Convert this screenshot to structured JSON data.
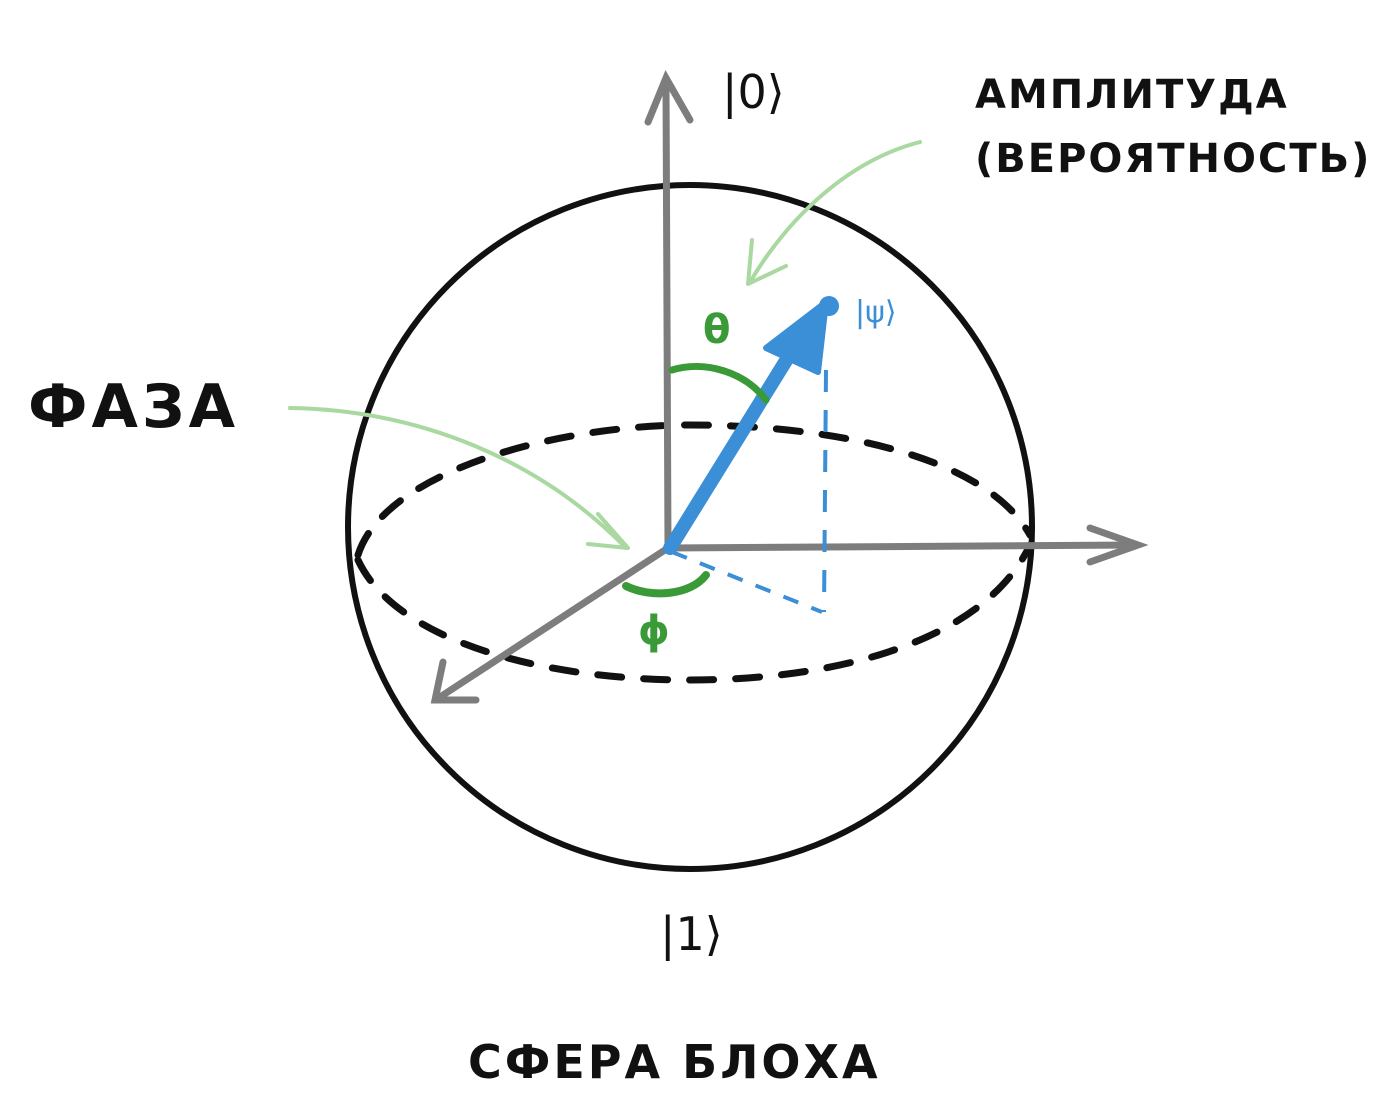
{
  "labels": {
    "ket_zero": "|0⟩",
    "ket_one": "|1⟩",
    "ket_psi": "|ψ⟩",
    "phase": "ФАЗА",
    "amplitude_line1": "АМПЛИТУДА",
    "amplitude_line2": "(ВЕРОЯТНОСТЬ)",
    "theta": "θ",
    "phi": "ϕ",
    "caption": "СФЕРА БЛОХА"
  },
  "colors": {
    "outline": "#111111",
    "axis": "#7d7d7d",
    "state_vector": "#3a8fd6",
    "angle_marks": "#3a9a38",
    "pointer_arrows": "#a9d8a0"
  }
}
